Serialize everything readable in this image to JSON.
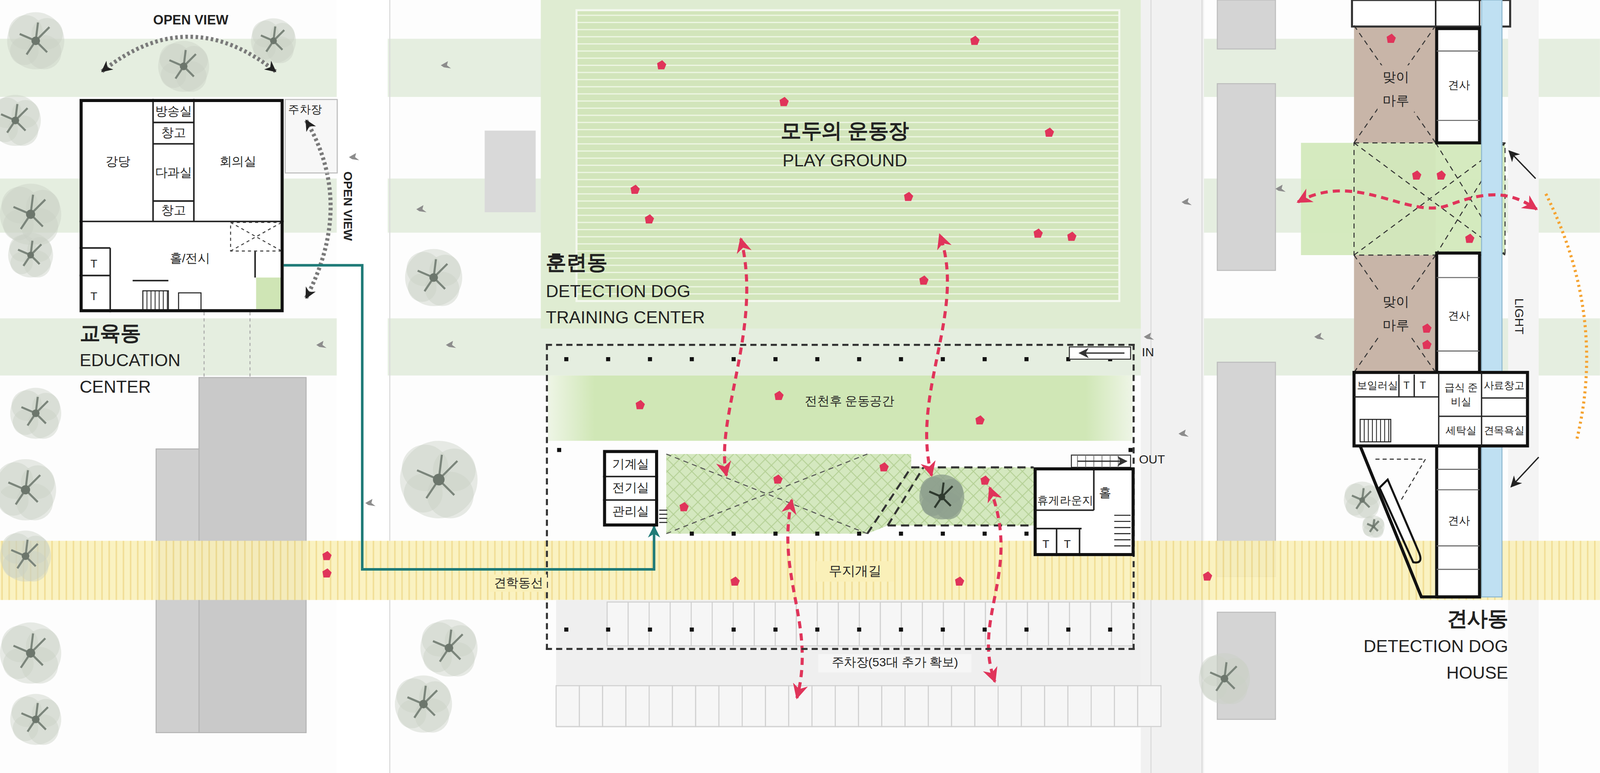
{
  "diagram": {
    "nodes": [
      {
        "text": [
          "교육동",
          "EDUCATION CENTER"
        ]
      },
      {
        "text": [
          "방송실"
        ],
        "in": 0
      },
      {
        "text": [
          "창고"
        ],
        "in": 0
      },
      {
        "text": [
          "다과실"
        ],
        "in": 0
      },
      {
        "text": [
          "창고"
        ],
        "in": 0
      },
      {
        "text": [
          "강당"
        ],
        "in": 0
      },
      {
        "text": [
          "회의실"
        ],
        "in": 0
      },
      {
        "text": [
          "홀/전시"
        ],
        "in": 0
      },
      {
        "text": [
          "T"
        ],
        "in": 0
      },
      {
        "text": [
          "T"
        ],
        "in": 0
      },
      {
        "text": [
          "주차장"
        ]
      },
      {
        "text": [
          "모두의 운동장",
          "PLAY GROUND"
        ]
      },
      {
        "text": [
          "훈련동",
          "DETECTION DOG TRAINING CENTER"
        ]
      },
      {
        "text": [
          "전천후 운동공간"
        ],
        "in": 12
      },
      {
        "text": [
          "기계실",
          "전기실",
          "관리실"
        ],
        "in": 12
      },
      {
        "text": [
          "휴게라운지",
          "홀",
          "T",
          "T"
        ],
        "in": 12
      },
      {
        "text": [
          "무지개길"
        ]
      },
      {
        "text": [
          "주차장(53대 추가 확보)"
        ]
      },
      {
        "text": [
          "견사동",
          "DETECTION DOG HOUSE"
        ]
      },
      {
        "text": [
          "맞이 마루"
        ],
        "in": 18
      },
      {
        "text": [
          "견사"
        ],
        "in": 18
      },
      {
        "text": [
          "맞이 마루"
        ],
        "in": 18
      },
      {
        "text": [
          "견사"
        ],
        "in": 18
      },
      {
        "text": [
          "보일러실"
        ],
        "in": 18
      },
      {
        "text": [
          "T"
        ],
        "in": 18
      },
      {
        "text": [
          "T"
        ],
        "in": 18
      },
      {
        "text": [
          "급식 준비실"
        ],
        "in": 18
      },
      {
        "text": [
          "사료창고"
        ],
        "in": 18
      },
      {
        "text": [
          "세탁실"
        ],
        "in": 18
      },
      {
        "text": [
          "견목욕실"
        ],
        "in": 18
      },
      {
        "text": [
          "견사"
        ],
        "in": 18
      }
    ],
    "edges": [
      {
        "from": 0,
        "to": 14,
        "label": "견학동선",
        "arrow": "to"
      }
    ],
    "labels": [
      "OPEN VIEW",
      "OPEN VIEW",
      "IN",
      "OUT",
      "LIGHT"
    ]
  }
}
